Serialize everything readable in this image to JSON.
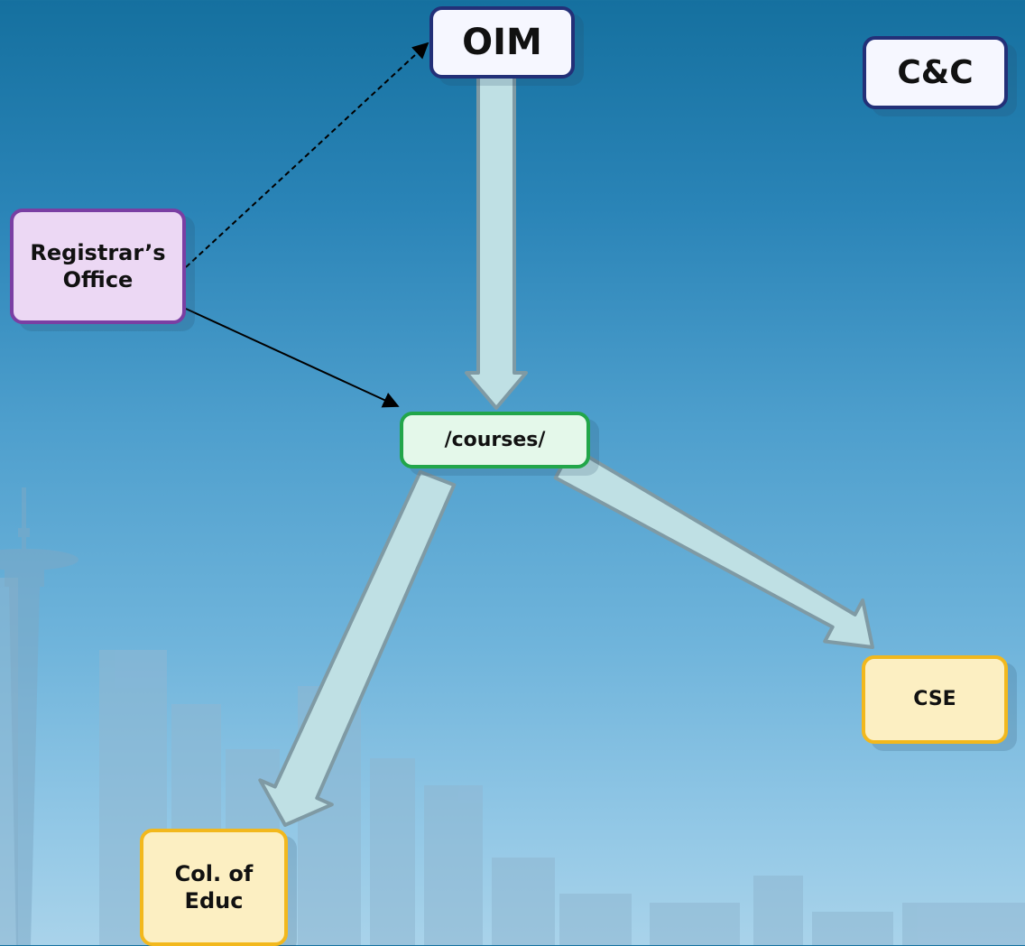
{
  "diagram": {
    "nodes": {
      "oim": "OIM",
      "cc": "C&C",
      "registrar": "Registrar’s\nOffice",
      "courses": "/courses/",
      "cse": "CSE",
      "educ": "Col. of\nEduc"
    },
    "edges": [
      {
        "from": "registrar",
        "to": "oim",
        "style": "dashed-line"
      },
      {
        "from": "registrar",
        "to": "courses",
        "style": "solid-line"
      },
      {
        "from": "oim",
        "to": "courses",
        "style": "block-arrow"
      },
      {
        "from": "courses",
        "to": "cse",
        "style": "block-arrow"
      },
      {
        "from": "courses",
        "to": "educ",
        "style": "block-arrow"
      }
    ]
  },
  "colors": {
    "oim_fill": "#f6f7ff",
    "oim_border": "#233078",
    "registrar_fill": "#ecd8f4",
    "registrar_border": "#7a3fa3",
    "courses_fill": "#e4f8ea",
    "courses_border": "#22a64a",
    "department_fill": "#fcefc2",
    "department_border": "#f2b81d",
    "block_arrow_fill": "#bfe0e4",
    "block_arrow_stroke": "#7f9aa4"
  }
}
